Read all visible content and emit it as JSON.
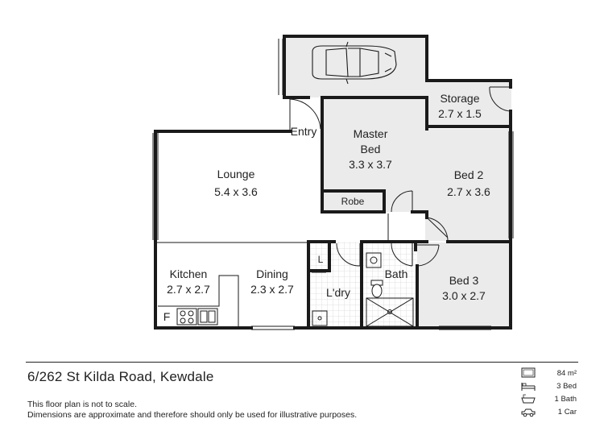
{
  "rooms": {
    "lounge": {
      "name": "Lounge",
      "size": "5.4 x 3.6"
    },
    "master_bed": {
      "name_line1": "Master",
      "name_line2": "Bed",
      "size": "3.3 x 3.7"
    },
    "storage": {
      "name": "Storage",
      "size": "2.7 x 1.5"
    },
    "bed2": {
      "name": "Bed 2",
      "size": "2.7 x 3.6"
    },
    "bed3": {
      "name": "Bed 3",
      "size": "3.0 x 2.7"
    },
    "kitchen": {
      "name": "Kitchen",
      "size": "2.7 x 2.7"
    },
    "dining": {
      "name": "Dining",
      "size": "2.3 x 2.7"
    },
    "entry": "Entry",
    "robe": "Robe",
    "bath": "Bath",
    "laundry": "L'dry",
    "linen": "L",
    "fridge": "F"
  },
  "address": "6/262 St Kilda Road, Kewdale",
  "disclaimer": {
    "line1": "This floor plan is not to scale.",
    "line2": "Dimensions are approximate and therefore should only be used for illustrative purposes."
  },
  "stats": {
    "area": "84 m²",
    "beds": "3 Bed",
    "baths": "1 Bath",
    "cars": "1 Car"
  },
  "colors": {
    "wall": "#1a1a1a",
    "shaded_room": "#ebebeb",
    "tile": "#d8d8d8"
  }
}
